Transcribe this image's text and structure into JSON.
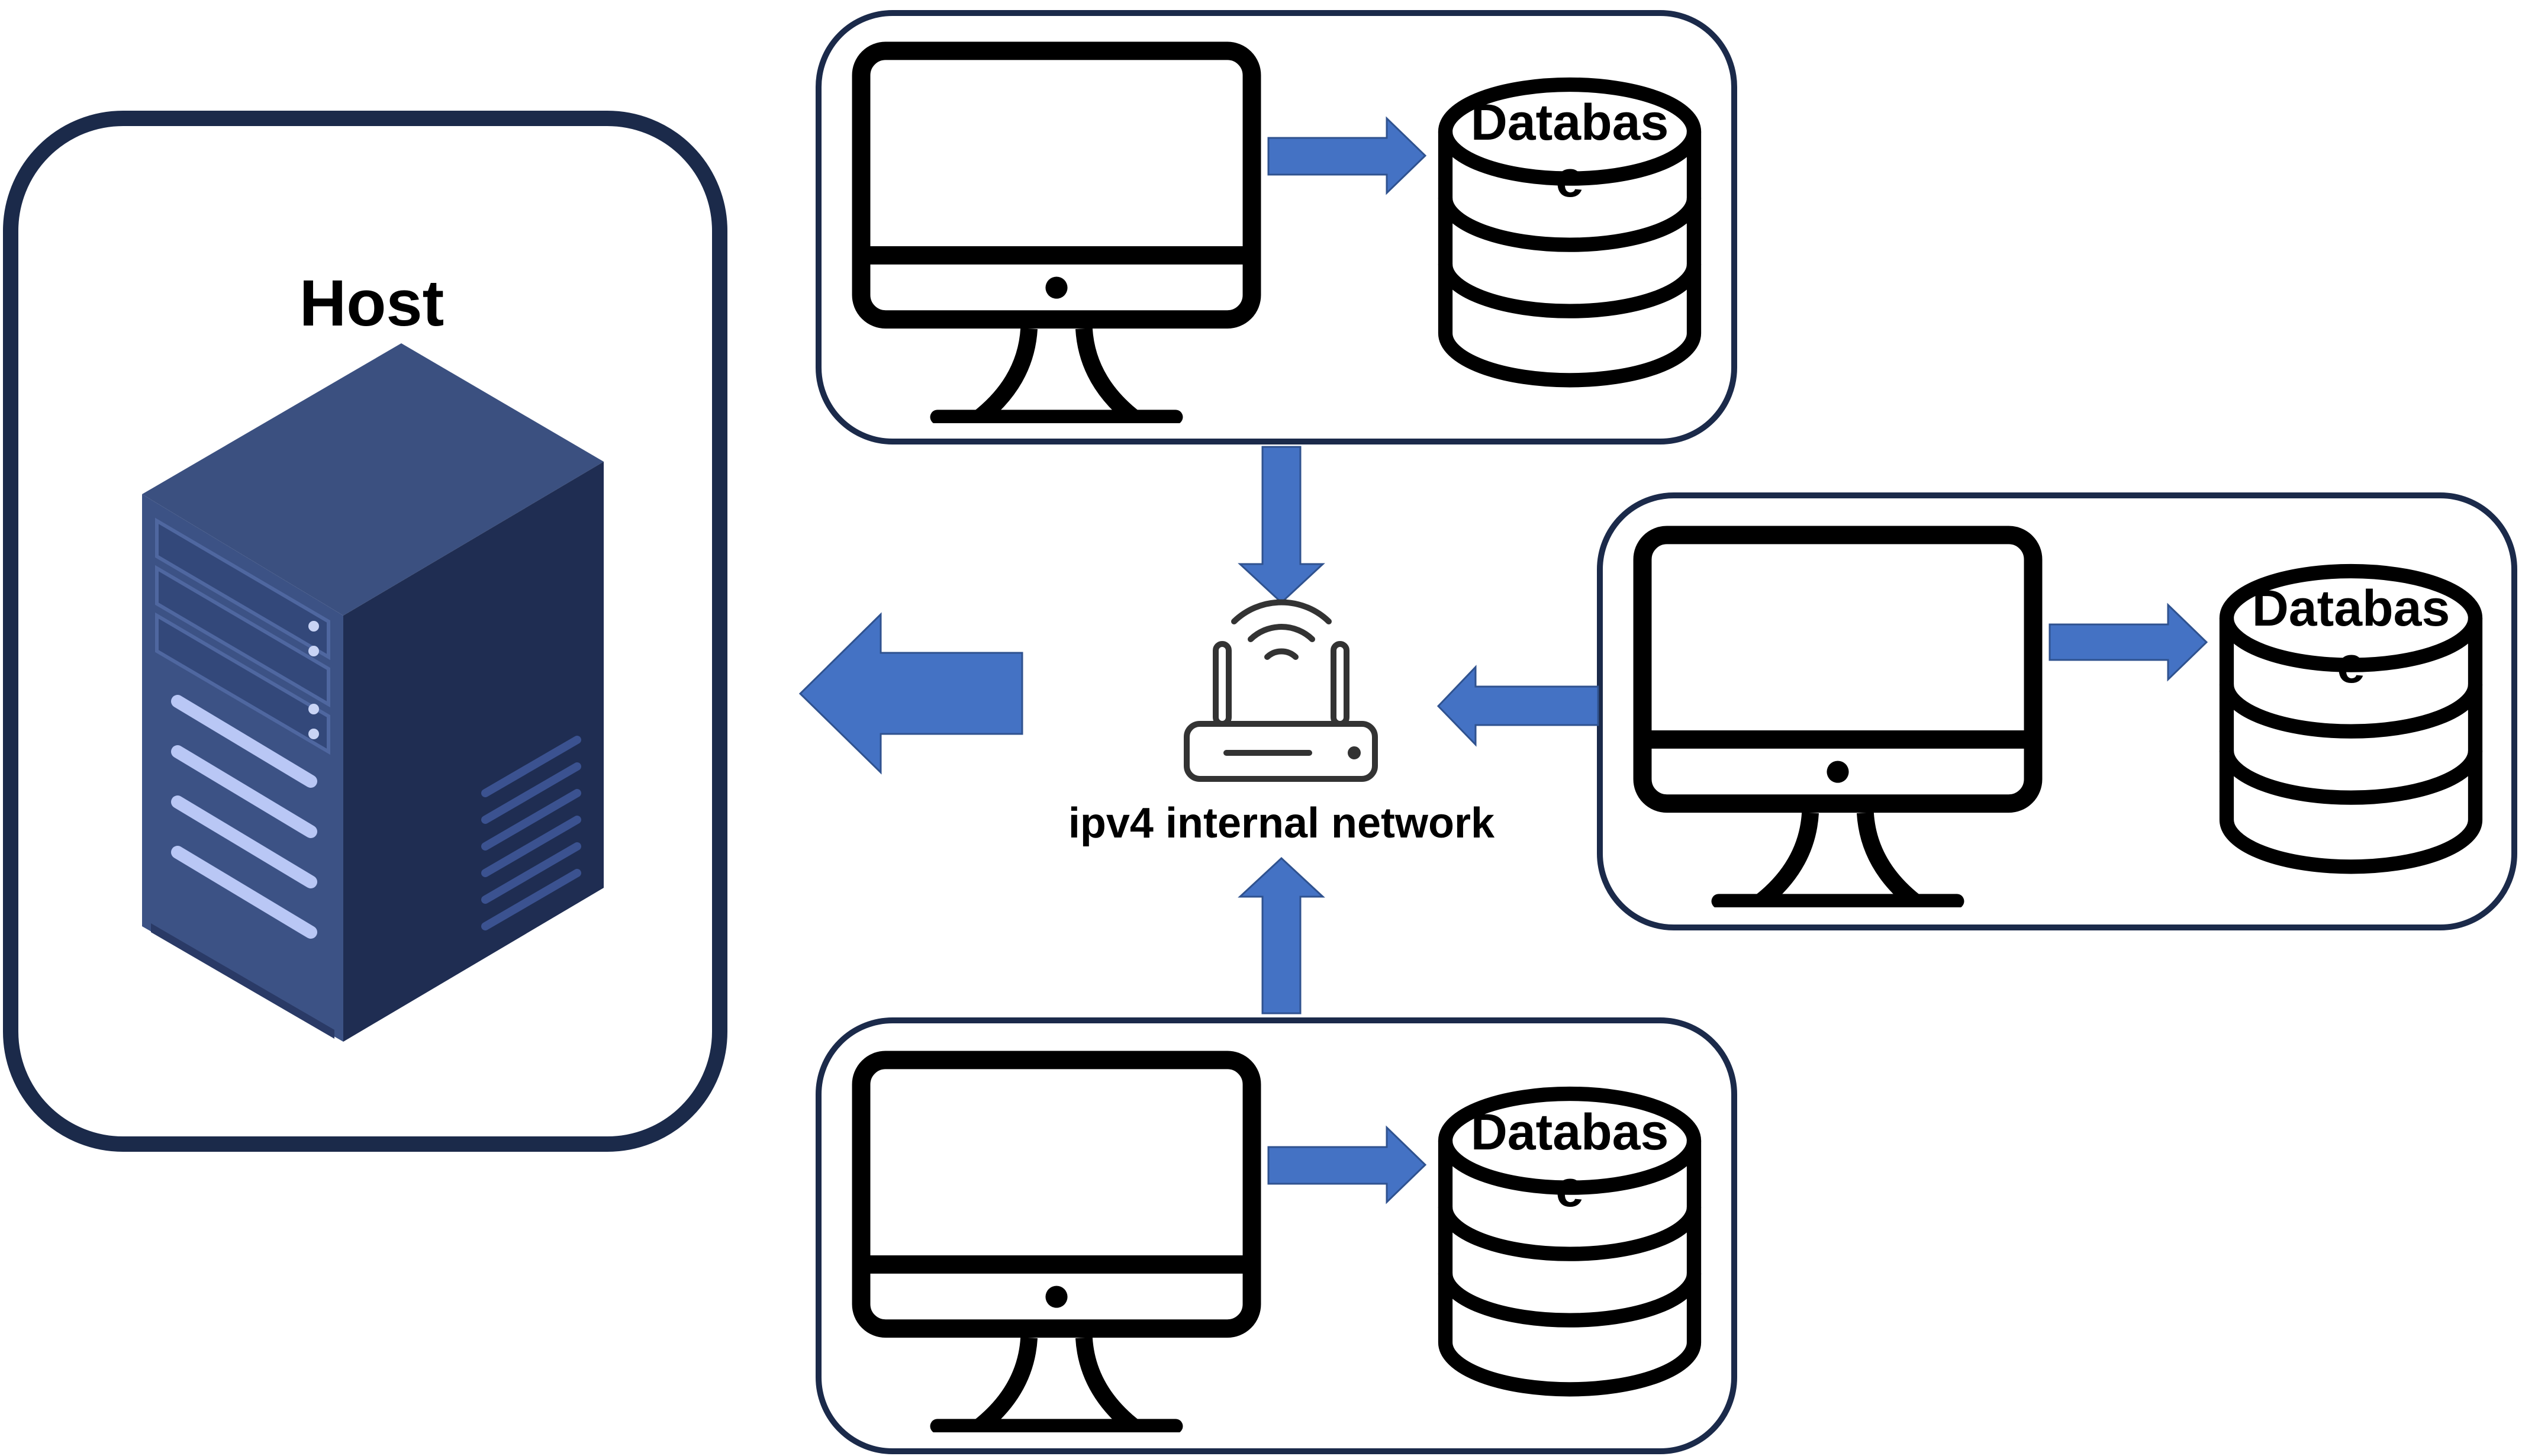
{
  "host": {
    "label": "Host",
    "icon": "server-rack-icon"
  },
  "network": {
    "label": "ipv4 internal network",
    "icon": "wifi-router-icon"
  },
  "clients": [
    {
      "id": "top",
      "computer_icon": "monitor-icon",
      "database_icon": "database-icon",
      "db_line1": "Databas",
      "db_line2": "e"
    },
    {
      "id": "right",
      "computer_icon": "monitor-icon",
      "database_icon": "database-icon",
      "db_line1": "Databas",
      "db_line2": "e"
    },
    {
      "id": "bottom",
      "computer_icon": "monitor-icon",
      "database_icon": "database-icon",
      "db_line1": "Databas",
      "db_line2": "e"
    }
  ],
  "colors": {
    "panel_border": "#1b2a4a",
    "arrow_fill": "#4472c4",
    "server_front": "#3c5285",
    "server_side": "#1f2d52",
    "server_top": "#3b5080"
  }
}
